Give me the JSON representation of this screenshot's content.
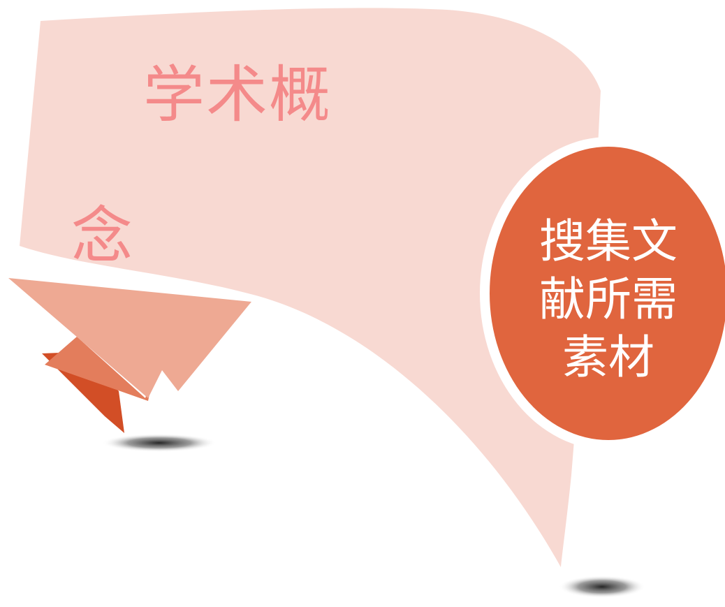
{
  "banner": {
    "lines": [
      "学术概",
      "念"
    ],
    "text_color": "#f48a8a",
    "fill_color": "#f8d9d2"
  },
  "badge": {
    "lines": [
      "搜集文",
      "献所需",
      "素材"
    ],
    "fill_color": "#e0653e",
    "ring_color": "#ffffff",
    "text_color": "#ffffff"
  },
  "palette": {
    "fold_light": "#eea993",
    "fold_mid": "#e37d5c",
    "fold_dark": "#d24e26",
    "shadow": "#1a1a1a"
  }
}
